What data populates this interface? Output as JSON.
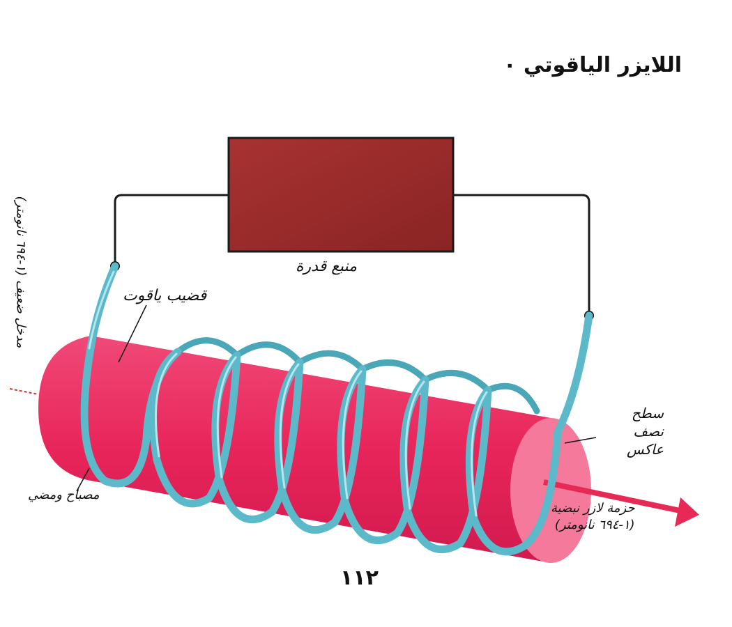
{
  "title": "اللايزر الياقوتي ٠",
  "labels": {
    "power_source": "منبع قدرة",
    "ruby_rod": "قضيب ياقوت",
    "mirror": [
      "سطح",
      "نصف",
      "عاكس"
    ],
    "flash_lamp": "مصباح ومضي",
    "input": "مدخل ضعيف (١-٦٩٤ نانومتر)",
    "beam": [
      "حزمة لازر نبضية",
      "(١-٦٩٤ نانومتر)"
    ]
  },
  "page_number": "١١٢",
  "colors": {
    "power_box": "#9b2a2a",
    "rod": "#ee2a5e",
    "rod_end": "#f5799a",
    "coil": "#5bb9c9",
    "beam": "#e62a55",
    "wire": "#1a1a1a"
  }
}
